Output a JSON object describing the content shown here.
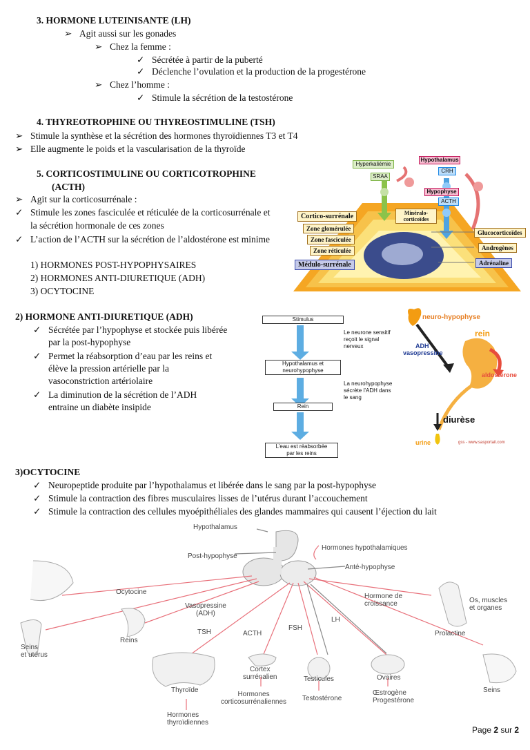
{
  "sec3": {
    "title": "3.   HORMONE LUTEINISANTE (LH)",
    "l1": "Agit aussi sur les gonades",
    "l2": "Chez la femme :",
    "l3": "Sécrétée à partir de la puberté",
    "l4": "Déclenche l’ovulation et la production de la progestérone",
    "l5": "Chez l’homme :",
    "l6": "Stimule la sécrétion de la testostérone"
  },
  "sec4": {
    "title": "4.   THYREOTROPHINE OU THYREOSTIMULINE (TSH)",
    "l1": "Stimule la synthèse et la sécrétion des hormones thyroïdiennes T3 et T4",
    "l2": "Elle augmente le poids et la vascularisation de la thyroïde"
  },
  "sec5": {
    "title1": "5.   CORTICOSTIMULINE OU CORTICOTROPHINE",
    "title2": "(ACTH)",
    "l1": "Agit sur la corticosurrénale :",
    "l2a": "Stimule les zones fasciculée et réticulée de la corticosurrénale et",
    "l2b": "la sécrétion hormonale de ces zones",
    "l3": "L’action de l’ACTH sur la sécrétion de l’aldostérone est minime"
  },
  "numlist": [
    "1)   HORMONES POST-HYPOPHYSAIRES",
    "2)   HORMONES ANTI-DIURETIQUE (ADH)",
    "3)   OCYTOCINE"
  ],
  "adrenal": {
    "hyperkaliemie": "Hyperkaliémie",
    "sraa": "SRAA",
    "hypothalamus": "Hypothalamus",
    "crh": "CRH",
    "hypophyse": "Hypophyse",
    "acth": "ACTH",
    "cortico": "Cortico-surrénale",
    "mineralo": "Minéralo-corticoïdes",
    "glomerulee": "Zone glomérulée",
    "fasciculee": "Zone fasciculée",
    "reticulee": "Zone réticulée",
    "medulo": "Médulo-surrénale",
    "gluco": "Glucocorticoïdes",
    "androgenes": "Androgènes",
    "adrenaline": "Adrénaline"
  },
  "adh": {
    "title": "2) HORMONE ANTI-DIURETIQUE (ADH)",
    "b1a": "Sécrétée par l’hypophyse et stockée puis libérée",
    "b1b": "par la post-hypophyse",
    "b2a": "Permet la réabsorption d’eau par les reins et",
    "b2b": "élève la pression artérielle par la",
    "b2c": "vasoconstriction artériolaire",
    "b3a": "La diminution de la sécrétion de l’ADH",
    "b3b": "entraine un diabète insipide"
  },
  "flow": {
    "box1": "Stimulus",
    "box2a": "Hypothalamus et",
    "box2b": "neurohypophyse",
    "box3": "Rein",
    "box4a": "L’eau est réabsorbée",
    "box4b": "par les reins",
    "note1a": "Le neurone sensitif",
    "note1b": "reçoit le signal",
    "note1c": "nerveux",
    "note2a": "La neurohypophyse",
    "note2b": "sécrète l’ADH dans",
    "note2c": "le sang"
  },
  "kidney": {
    "neuro": "neuro-hypophyse",
    "rein": "rein",
    "adh": "ADH",
    "vaso": "vasopressine",
    "aldo": "aldostérone",
    "diurese": "diurèse",
    "urine": "urine",
    "credit": "gss - www.sasportail.com"
  },
  "ocy": {
    "title": "3)OCYTOCINE",
    "b1": "Neuropeptide produite par l’hypothalamus et libérée dans le sang par la post-hypophyse",
    "b2": "Stimule la contraction des fibres musculaires lisses de l’utérus durant l’accouchement",
    "b3": "Stimule la contraction des cellules myoépithéliales des glandes mammaires qui causent l’éjection du lait"
  },
  "hyp": {
    "hypothalamus": "Hypothalamus",
    "hormones_hypo": "Hormones hypothalamiques",
    "post": "Post-hypophyse",
    "ante": "Anté-hypophyse",
    "ocytocine": "Ocytocine",
    "seins1": "Seins",
    "seins2": "et utérus",
    "vaso1": "Vasopressine",
    "vaso2": "(ADH)",
    "reins": "Reins",
    "tsh": "TSH",
    "acth": "ACTH",
    "fsh": "FSH",
    "lh": "LH",
    "gh1": "Hormone de",
    "gh2": "croissance",
    "os1": "Os, muscles",
    "os2": "et organes",
    "prolactine": "Prolactine",
    "thyroide": "Thyroïde",
    "cortex1": "Cortex",
    "cortex2": "surrénalien",
    "testicules": "Testicules",
    "ovaires": "Ovaires",
    "seins": "Seins",
    "thy_h1": "Hormones",
    "thy_h2": "thyroïdiennes",
    "cort_h1": "Hormones",
    "cort_h2": "corticosurrénaliennes",
    "testo": "Testostérone",
    "oestro1": "Œstrogène",
    "oestro2": "Progestérone"
  },
  "footer": {
    "page": "Page",
    "num": "2",
    "sur": "sur",
    "total": "2"
  },
  "icons": {
    "arrow": "➢",
    "check": "✓"
  }
}
